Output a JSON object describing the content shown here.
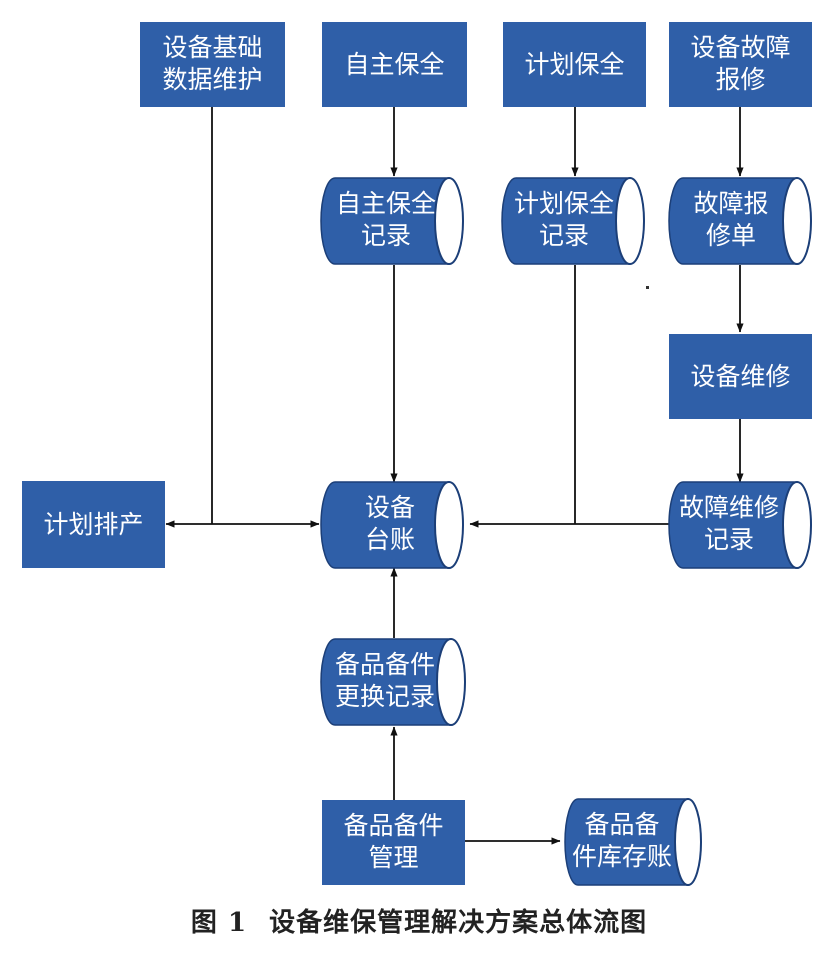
{
  "nodes": {
    "base_data": {
      "lines": [
        "设备基础",
        "数据维护"
      ]
    },
    "autonomous_maint": {
      "lines": [
        "自主保全"
      ]
    },
    "planned_maint": {
      "lines": [
        "计划保全"
      ]
    },
    "fault_report": {
      "lines": [
        "设备故障",
        "报修"
      ]
    },
    "autonomous_record": {
      "lines": [
        "自主保全",
        "记录"
      ]
    },
    "planned_record": {
      "lines": [
        "计划保全",
        "记录"
      ]
    },
    "fault_ticket": {
      "lines": [
        "故障报",
        "修单"
      ]
    },
    "repair": {
      "lines": [
        "设备维修"
      ]
    },
    "production_plan": {
      "lines": [
        "计划排产"
      ]
    },
    "ledger": {
      "lines": [
        "设备",
        "台账"
      ]
    },
    "repair_record": {
      "lines": [
        "故障维修",
        "记录"
      ]
    },
    "spare_replace_record": {
      "lines": [
        "备品备件",
        "更换记录"
      ]
    },
    "spare_mgmt": {
      "lines": [
        "备品备件",
        "管理"
      ]
    },
    "spare_inventory": {
      "lines": [
        "备品备",
        "件库存账"
      ]
    }
  },
  "caption": {
    "number": "图 1",
    "title": "设备维保管理解决方案总体流图"
  },
  "colors": {
    "node_fill": "#2f5fa8",
    "node_text": "#ffffff",
    "edge": "#111111"
  }
}
